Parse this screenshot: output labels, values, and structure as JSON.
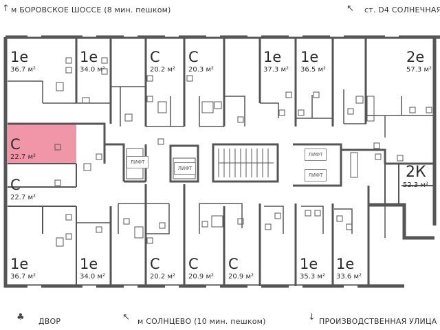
{
  "labels": {
    "top_left": "м БОРОВСКОЕ ШОССЕ (8 мин. пешком)",
    "top_right": "ст. D4 СОЛНЕЧНАЯ",
    "bottom_left": "ДВОР",
    "bottom_center": "м СОЛНЦЕВО (10 мин. пешком)",
    "bottom_right": "ПРОИЗВОДСТВЕННАЯ УЛИЦА"
  },
  "icons": {
    "top_left": "arrow-up-icon",
    "top_right": "arrow-northwest-icon",
    "bottom_left": "tree-bench-icon",
    "bottom_center": "arrow-northwest-icon",
    "bottom_right": "arrow-down-icon"
  },
  "lift_label": "ЛИФТ",
  "highlight_color": "#f08aa0",
  "apartments": [
    {
      "type": "1е",
      "area": "36.7 м²"
    },
    {
      "type": "1е",
      "area": "34.0 м²"
    },
    {
      "type": "С",
      "area": "20.2 м²"
    },
    {
      "type": "С",
      "area": "20.3 м²"
    },
    {
      "type": "1е",
      "area": "37.3 м²"
    },
    {
      "type": "1е",
      "area": "36.5 м²"
    },
    {
      "type": "2е",
      "area": "57.3 м²"
    },
    {
      "type": "С",
      "area": "22.7 м²",
      "highlighted": true
    },
    {
      "type": "С",
      "area": "22.7 м²"
    },
    {
      "type": "2К",
      "area": "52.3 м²"
    },
    {
      "type": "1е",
      "area": "36.7 м²"
    },
    {
      "type": "1е",
      "area": "34.0 м²"
    },
    {
      "type": "С",
      "area": "20.2 м²"
    },
    {
      "type": "С",
      "area": "20.9 м²"
    },
    {
      "type": "С",
      "area": "20.9 м²"
    },
    {
      "type": "1е",
      "area": "35.3 м²"
    },
    {
      "type": "1е",
      "area": "33.6 м²"
    }
  ]
}
